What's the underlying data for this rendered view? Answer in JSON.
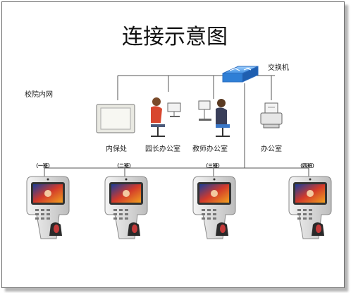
{
  "title": "连接示意图",
  "network_label": "校院内网",
  "switch_label": "交换机",
  "nodes": [
    {
      "label": "内保处",
      "icon": "monitor-icon"
    },
    {
      "label": "园长办公室",
      "icon": "user-workstation-icon"
    },
    {
      "label": "教师办公室",
      "icon": "user-workstation-icon"
    },
    {
      "label": "办公室",
      "icon": "printer-icon"
    }
  ],
  "devices": [
    {
      "label": "（一班）",
      "icon": "attendance-terminal-icon"
    },
    {
      "label": "（二班）",
      "icon": "attendance-terminal-icon"
    },
    {
      "label": "（三班）",
      "icon": "attendance-terminal-icon"
    },
    {
      "label": "（四班）",
      "icon": "attendance-terminal-icon"
    }
  ],
  "colors": {
    "line": "#555555",
    "switch": "#2f7fd6",
    "device_body": "#dcdcdc",
    "device_screen": "#d33a2a"
  }
}
